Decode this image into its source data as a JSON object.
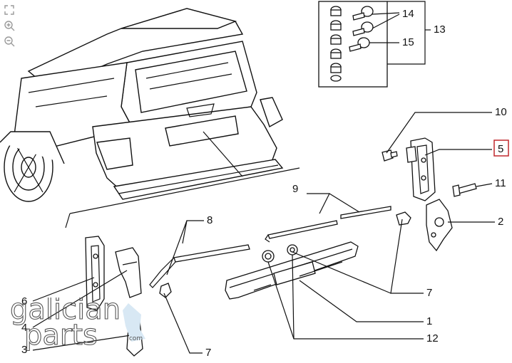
{
  "toolbar": {
    "fit_icon": "fit-screen-icon",
    "zoom_in_icon": "zoom-in-icon",
    "zoom_out_icon": "zoom-out-icon"
  },
  "callouts": {
    "c1": "1",
    "c2": "2",
    "c3": "3",
    "c4": "4",
    "c5": "5",
    "c6": "6",
    "c7a": "7",
    "c7b": "7",
    "c8": "8",
    "c9": "9",
    "c10": "10",
    "c11": "11",
    "c12": "12",
    "c13": "13",
    "c14": "14",
    "c15": "15"
  },
  "highlight_color": "#c0282d",
  "watermark": {
    "line1": "galician",
    "line2": "parts",
    "domain": ".com"
  }
}
